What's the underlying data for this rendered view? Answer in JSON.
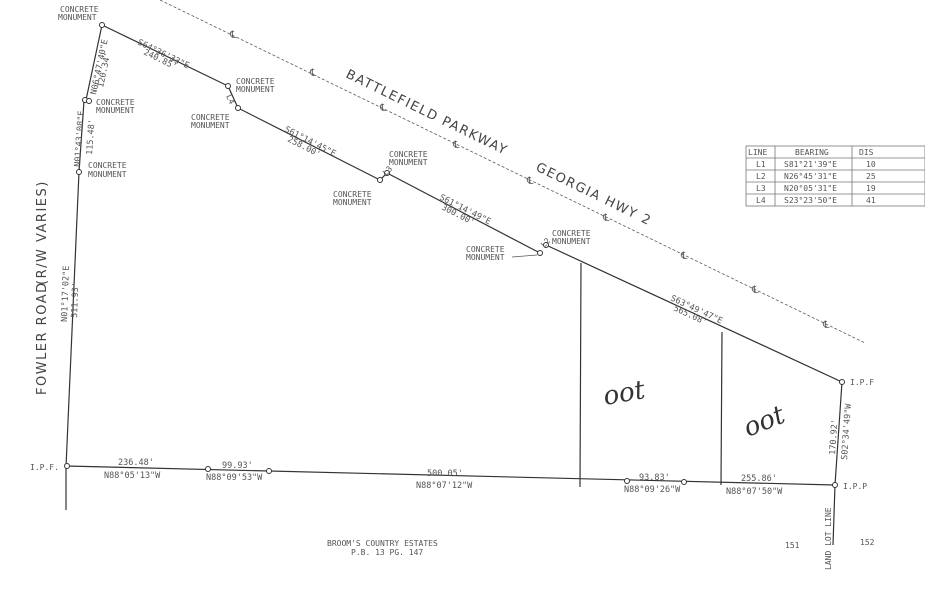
{
  "roads": {
    "battlefield": "BATTLEFIELD PARKWAY",
    "georgia": "GEORGIA HWY 2",
    "fowler": "FOWLER ROAD",
    "rw": "(R/W VARIES)",
    "centerline_symbol": "℄"
  },
  "monument_label_1": "CONCRETE",
  "monument_label_2": "MONUMENT",
  "iron_pin_found": "I.P.F.",
  "iron_pin_placed": "I.P.P",
  "iron_pin_ne": "I.P.F",
  "courses": {
    "west_upper_bearing": "N06°47'40\"E",
    "west_upper_dist": "120.34'",
    "west_mid_bearing": "N01°43'08\"E",
    "west_mid_dist": "115.48'",
    "west_lower_bearing": "N01°17'02\"E",
    "west_lower_dist": "511.93'",
    "north1_bearing": "S64°36'33\"E",
    "north1_dist": "240.85'",
    "north2_bearing": "S61°14'45\"E",
    "north2_dist": "258.00'",
    "north3_bearing": "S61°14'49\"E",
    "north3_dist": "300.00'",
    "north4_bearing": "S63°49'47\"E",
    "north4_dist": "565.08'",
    "east_bearing": "S02°34'49\"W",
    "east_dist": "170.92'",
    "south1_dist": "236.48'",
    "south1_bearing": "N88°05'13\"W",
    "south2_dist": "99.93'",
    "south2_bearing": "N88°09'53\"W",
    "south3_dist": "500.05'",
    "south3_bearing": "N88°07'12\"W",
    "south4_dist": "93.83'",
    "south4_bearing": "N88°09'26\"W",
    "south5_dist": "255.86'",
    "south5_bearing": "N88°07'50\"W"
  },
  "line_labels": {
    "l1": "L1",
    "l2": "L2",
    "l3": "L3",
    "l4": "L4"
  },
  "line_table": {
    "headers": [
      "LINE",
      "BEARING",
      "DIS"
    ],
    "rows": [
      [
        "L1",
        "S81°21'39\"E",
        "10"
      ],
      [
        "L2",
        "N26°45'31\"E",
        "25"
      ],
      [
        "L3",
        "N20°05'31\"E",
        "19"
      ],
      [
        "L4",
        "S23°23'50\"E",
        "41"
      ]
    ]
  },
  "handwritten": {
    "out1": "oot",
    "out2": "oot"
  },
  "footer": {
    "subdivision": "BROOM'S COUNTRY ESTATES",
    "plat_book": "P.B. 13 PG. 147",
    "land_lot_line": "LAND LOT LINE",
    "lot_151": "151",
    "lot_152": "152"
  }
}
